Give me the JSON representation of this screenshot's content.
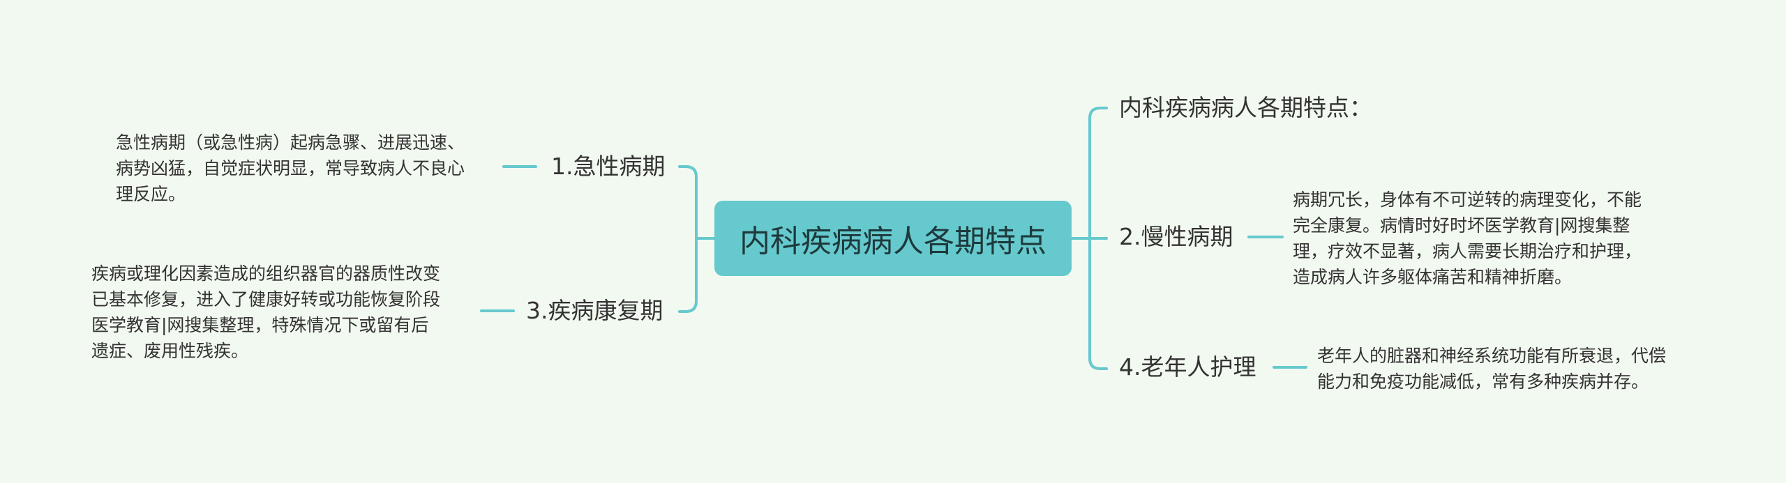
{
  "colors": {
    "background": "#f2f9f0",
    "central_fill": "#66c9cd",
    "connector": "#66c9cd"
  },
  "central": {
    "label": "内科疾病病人各期特点"
  },
  "right": {
    "title_node": {
      "label": "内科疾病病人各期特点："
    },
    "chronic": {
      "label": "2.慢性病期",
      "detail": [
        "病期冗长，身体有不可逆转的病理变化，不能",
        "完全康复。病情时好时坏医学教育|网搜集整",
        "理，疗效不显著，病人需要长期治疗和护理，",
        "造成病人许多躯体痛苦和精神折磨。"
      ]
    },
    "elderly": {
      "label": "4.老年人护理",
      "detail": [
        "老年人的脏器和神经系统功能有所衰退，代偿",
        "能力和免疫功能减低，常有多种疾病并存。"
      ]
    }
  },
  "left": {
    "acute": {
      "label": "1.急性病期",
      "detail": [
        "急性病期（或急性病）起病急骤、进展迅速、",
        "病势凶猛，自觉症状明显，常导致病人不良心",
        "理反应。"
      ]
    },
    "recovery": {
      "label": "3.疾病康复期",
      "detail": [
        "疾病或理化因素造成的组织器官的器质性改变",
        "已基本修复，进入了健康好转或功能恢复阶段",
        "医学教育|网搜集整理，特殊情况下或留有后",
        "遗症、废用性残疾。"
      ]
    }
  }
}
